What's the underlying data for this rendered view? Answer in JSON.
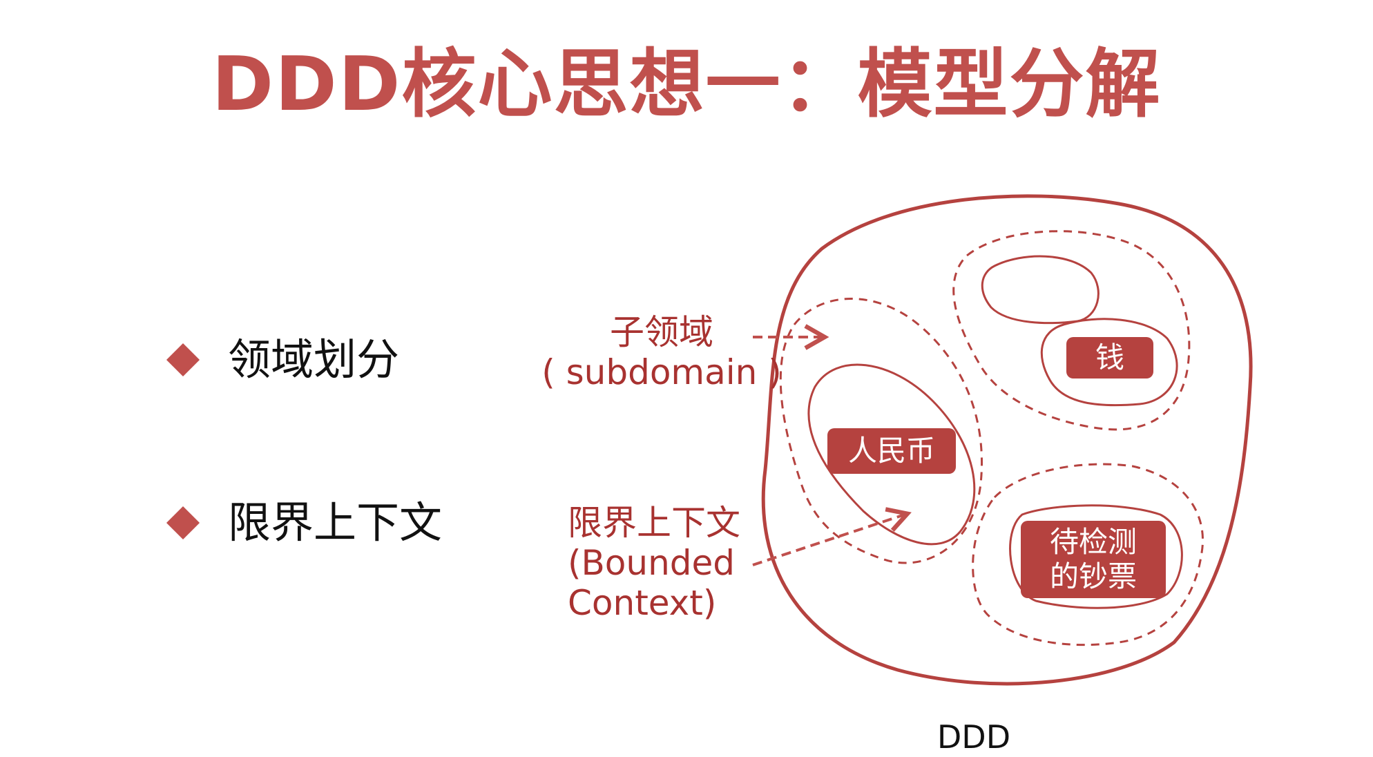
{
  "title": "DDD核心思想一：模型分解",
  "bullets": [
    {
      "label": "领域划分"
    },
    {
      "label": "限界上下文"
    }
  ],
  "annotations": {
    "subdomain_cn": "子领域",
    "subdomain_en": "( subdomain )",
    "bounded_cn": "限界上下文",
    "bounded_en_1": "(Bounded",
    "bounded_en_2": "Context)"
  },
  "contexts": {
    "rmb": "人民币",
    "money": "钱",
    "bill_line1": "待检测",
    "bill_line2": "的钞票"
  },
  "caption": "DDD",
  "colors": {
    "accent": "#c0504d",
    "tag_fill": "#b5423f",
    "annotation_text": "#a83230"
  }
}
